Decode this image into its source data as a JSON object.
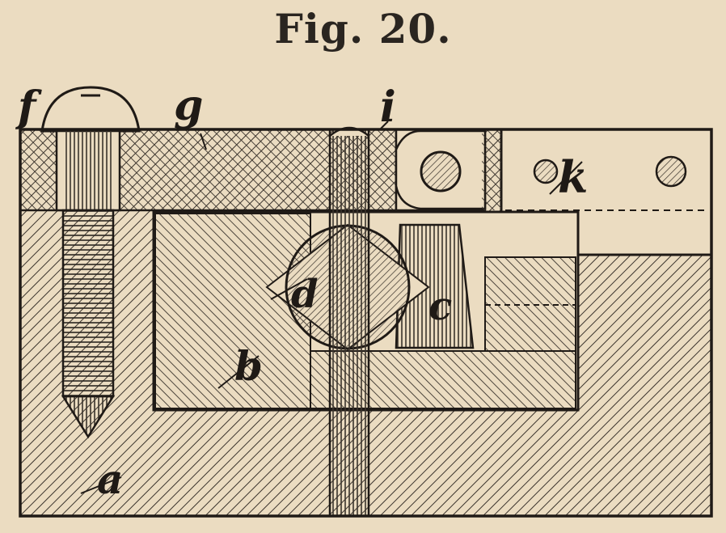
{
  "figure": {
    "title": "Fig. 20.",
    "labels": {
      "a": "a",
      "b": "b",
      "c": "c",
      "d": "d",
      "f": "f",
      "g": "g",
      "i": "i",
      "k": "k"
    }
  },
  "colors": {
    "paper": "#ebdcc1",
    "ink": "#2a2520",
    "hatch": "#3a332c"
  }
}
